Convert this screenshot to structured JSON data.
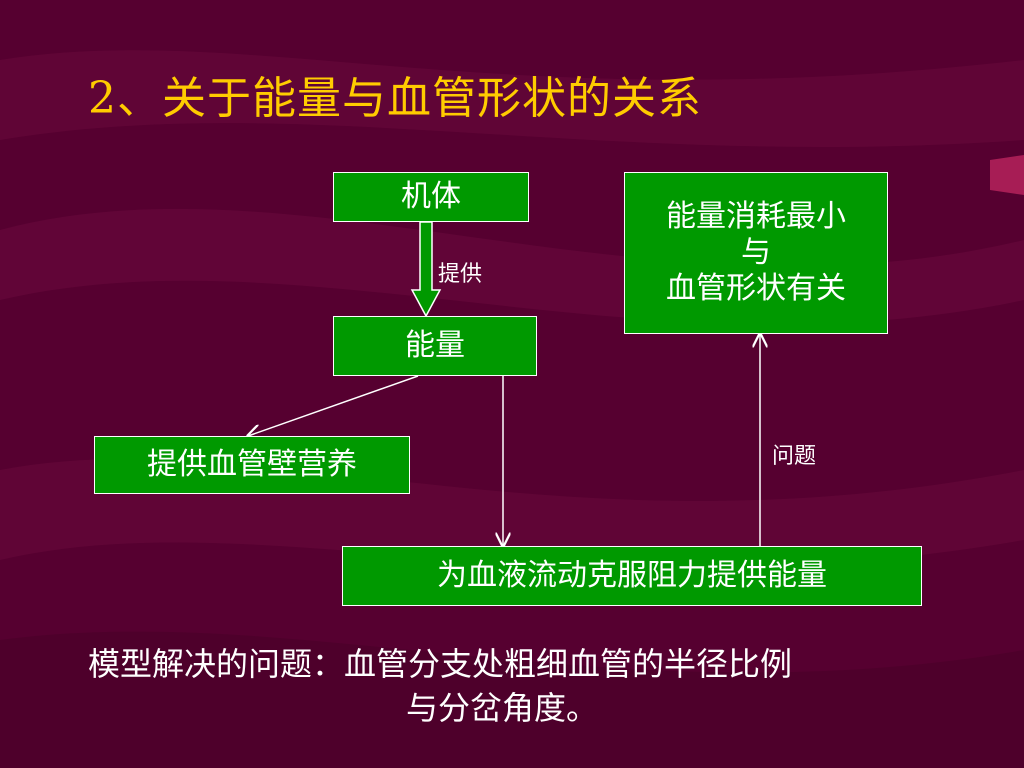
{
  "title": "2、关于能量与血管形状的关系",
  "nodes": {
    "organism": "机体",
    "energy": "能量",
    "wall_nutrition": "提供血管壁营养",
    "flow_energy": "为血液流动克服阻力提供能量",
    "relation": [
      "能量消耗最小",
      "与",
      "血管形状有关"
    ]
  },
  "edges": {
    "provide": "提供",
    "problem": "问题"
  },
  "note": {
    "line1": "模型解决的问题：血管分支处粗细血管的半径比例",
    "line2": "与分岔角度。"
  },
  "colors": {
    "background": "#5a0030",
    "title": "#ffcc00",
    "box_fill": "#009900",
    "text": "#ffffff"
  }
}
